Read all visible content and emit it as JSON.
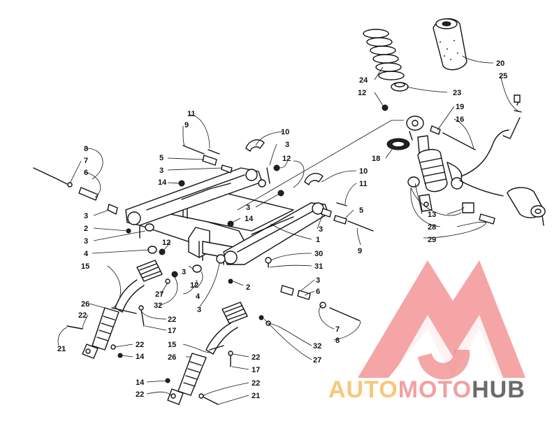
{
  "callouts": [
    {
      "id": "c1",
      "text": "1"
    },
    {
      "id": "c2a",
      "text": "2"
    },
    {
      "id": "c2b",
      "text": "2"
    },
    {
      "id": "c3a",
      "text": "3"
    },
    {
      "id": "c3b",
      "text": "3"
    },
    {
      "id": "c3c",
      "text": "3"
    },
    {
      "id": "c3d",
      "text": "3"
    },
    {
      "id": "c3e",
      "text": "3"
    },
    {
      "id": "c3f",
      "text": "3"
    },
    {
      "id": "c3g",
      "text": "3"
    },
    {
      "id": "c3h",
      "text": "3"
    },
    {
      "id": "c3i",
      "text": "3"
    },
    {
      "id": "c4a",
      "text": "4"
    },
    {
      "id": "c4b",
      "text": "4"
    },
    {
      "id": "c5a",
      "text": "5"
    },
    {
      "id": "c5b",
      "text": "5"
    },
    {
      "id": "c6a",
      "text": "6"
    },
    {
      "id": "c6b",
      "text": "6"
    },
    {
      "id": "c7a",
      "text": "7"
    },
    {
      "id": "c7b",
      "text": "7"
    },
    {
      "id": "c8a",
      "text": "8"
    },
    {
      "id": "c8b",
      "text": "8"
    },
    {
      "id": "c9a",
      "text": "9"
    },
    {
      "id": "c9b",
      "text": "9"
    },
    {
      "id": "c10a",
      "text": "10"
    },
    {
      "id": "c10b",
      "text": "10"
    },
    {
      "id": "c11a",
      "text": "11"
    },
    {
      "id": "c11b",
      "text": "11"
    },
    {
      "id": "c12a",
      "text": "12"
    },
    {
      "id": "c12b",
      "text": "12"
    },
    {
      "id": "c12c",
      "text": "12"
    },
    {
      "id": "c12d",
      "text": "12"
    },
    {
      "id": "c13",
      "text": "13"
    },
    {
      "id": "c14a",
      "text": "14"
    },
    {
      "id": "c14b",
      "text": "14"
    },
    {
      "id": "c14c",
      "text": "14"
    },
    {
      "id": "c14d",
      "text": "14"
    },
    {
      "id": "c15a",
      "text": "15"
    },
    {
      "id": "c15b",
      "text": "15"
    },
    {
      "id": "c16",
      "text": "16"
    },
    {
      "id": "c17a",
      "text": "17"
    },
    {
      "id": "c17b",
      "text": "17"
    },
    {
      "id": "c18",
      "text": "18"
    },
    {
      "id": "c19",
      "text": "19"
    },
    {
      "id": "c20",
      "text": "20"
    },
    {
      "id": "c21a",
      "text": "21"
    },
    {
      "id": "c21b",
      "text": "21"
    },
    {
      "id": "c22a",
      "text": "22"
    },
    {
      "id": "c22b",
      "text": "22"
    },
    {
      "id": "c22c",
      "text": "22"
    },
    {
      "id": "c22d",
      "text": "22"
    },
    {
      "id": "c22e",
      "text": "22"
    },
    {
      "id": "c22f",
      "text": "22"
    },
    {
      "id": "c23",
      "text": "23"
    },
    {
      "id": "c24",
      "text": "24"
    },
    {
      "id": "c25",
      "text": "25"
    },
    {
      "id": "c26a",
      "text": "26"
    },
    {
      "id": "c26b",
      "text": "26"
    },
    {
      "id": "c27a",
      "text": "27"
    },
    {
      "id": "c27b",
      "text": "27"
    },
    {
      "id": "c28",
      "text": "28"
    },
    {
      "id": "c29",
      "text": "29"
    },
    {
      "id": "c30",
      "text": "30"
    },
    {
      "id": "c31",
      "text": "31"
    },
    {
      "id": "c32a",
      "text": "32"
    },
    {
      "id": "c32b",
      "text": "32"
    }
  ],
  "watermark": {
    "part1": "AUTO",
    "part2": "MOTO",
    "part3": "HUB",
    "colors": {
      "auto": "#f7c77a",
      "moto": "#f2a0a0",
      "hub": "#6b6b6b",
      "logo": "#f07b7b"
    }
  }
}
